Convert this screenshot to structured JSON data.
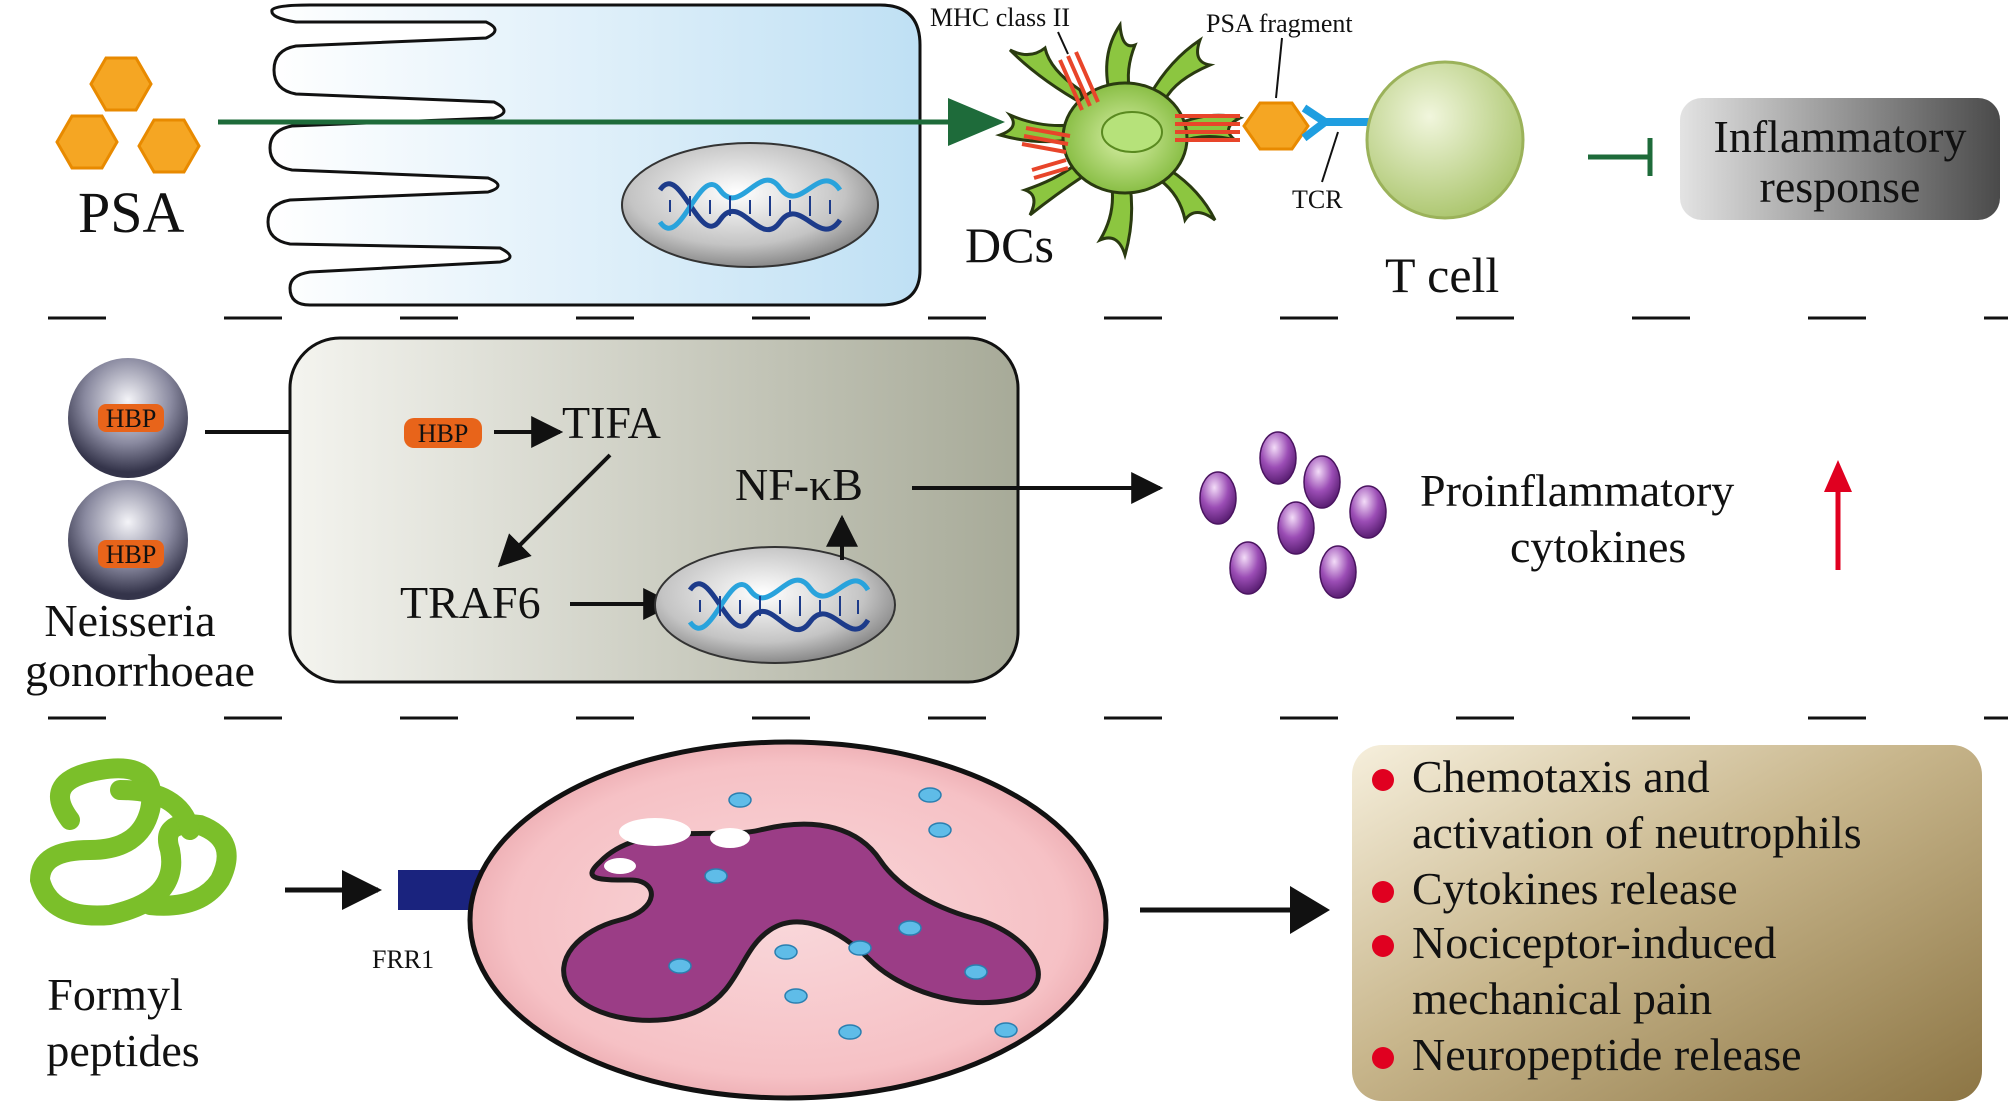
{
  "panel1": {
    "antigen_label": "PSA",
    "mhc_label": "MHC class II",
    "fragment_label": "PSA fragment",
    "tcr_label": "TCR",
    "dc_label": "DCs",
    "tcell_label": "T cell",
    "outcome_label_line1": "Inflammatory",
    "outcome_label_line2": "response"
  },
  "panel2": {
    "bacterium_line1": "Neisseria",
    "bacterium_line2": "gonorrhoeae",
    "hbp_label": "HBP",
    "tifa_label": "TIFA",
    "traf6_label": "TRAF6",
    "nfkb_label": "NF-κB",
    "cytokines_line1": "Proinflammatory",
    "cytokines_line2": "cytokines"
  },
  "panel3": {
    "peptides_line1": "Formyl",
    "peptides_line2": "peptides",
    "receptor_label": "FRR1",
    "effects": [
      {
        "line1": "Chemotaxis and",
        "line2": "activation of neutrophils"
      },
      {
        "line1": "Cytokines release",
        "line2": ""
      },
      {
        "line1": "Nociceptor-induced",
        "line2": "mechanical pain"
      },
      {
        "line1": "Neuropeptide release",
        "line2": ""
      }
    ]
  },
  "colors": {
    "psa_orange": "#f5a623",
    "arrow_green": "#1e6b3a",
    "tcell_green": "#b9cf7a",
    "dc_green": "#8cc640",
    "hbp_orange": "#e8641a",
    "cytokine_purple": "#8a3ca0",
    "nucleus_purple": "#9b3d86",
    "red_arrow": "#e00020",
    "tcr_blue": "#1f9ee0",
    "receptor_navy": "#1a237e",
    "peptide_green": "#7bbf2a"
  },
  "icons": [
    "hexagon-psa-icon",
    "dna-helix-icon",
    "dendritic-cell-icon",
    "t-cell-icon",
    "neutrophil-icon",
    "cytokine-icon",
    "formyl-peptide-icon"
  ]
}
